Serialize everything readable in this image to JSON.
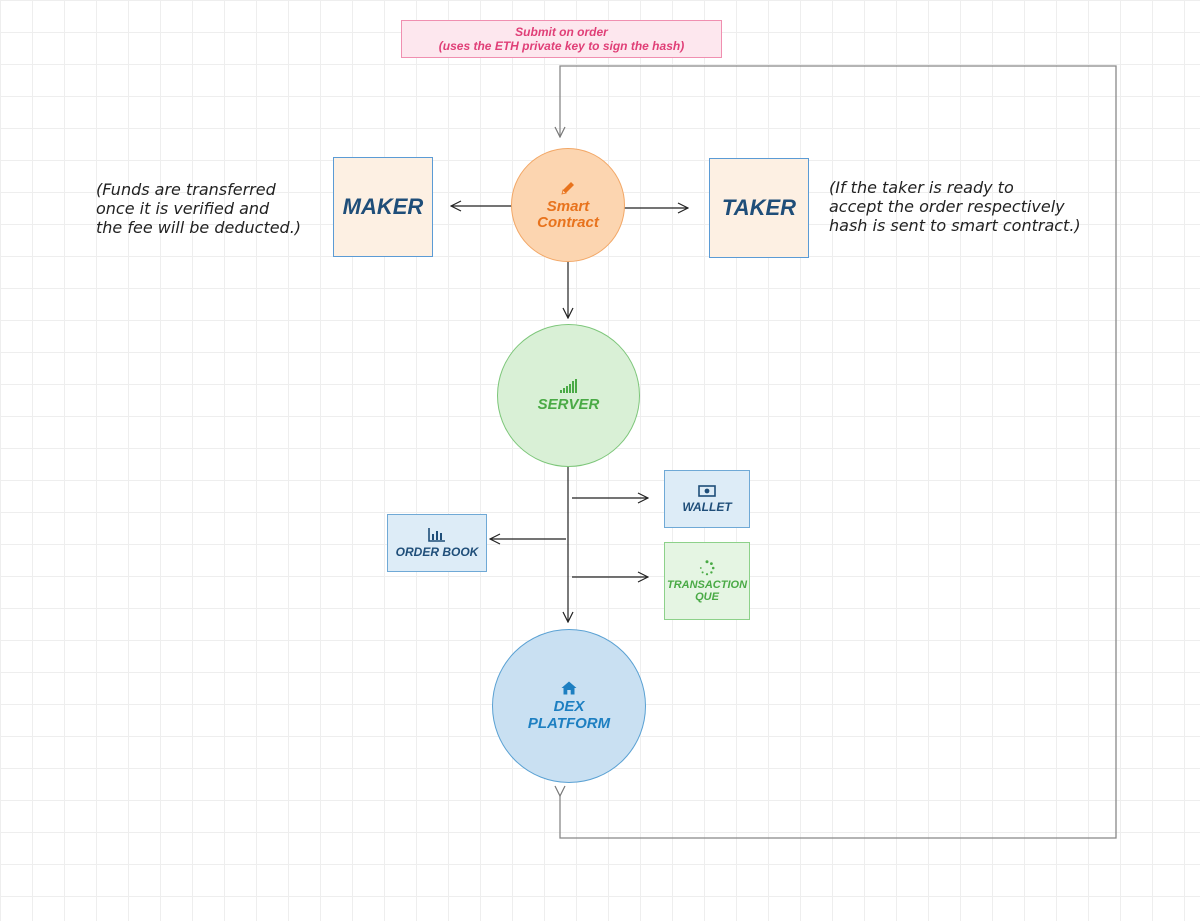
{
  "diagram": {
    "top_note": {
      "line1": "Submit on order",
      "line2": "(uses the ETH private key to sign the hash)"
    },
    "maker": {
      "label": "MAKER"
    },
    "taker": {
      "label": "TAKER"
    },
    "smart_contract": {
      "line1": "Smart",
      "line2": "Contract",
      "icon": "pencil-icon"
    },
    "server": {
      "label": "SERVER",
      "icon": "signal-bars-icon"
    },
    "wallet": {
      "label": "WALLET",
      "icon": "money-icon"
    },
    "order_book": {
      "label": "ORDER BOOK",
      "icon": "bar-chart-icon"
    },
    "transaction_queue": {
      "line1": "TRANSACTION",
      "line2": "QUE",
      "icon": "spinner-icon"
    },
    "dex_platform": {
      "line1": "DEX",
      "line2": "PLATFORM",
      "icon": "home-icon"
    },
    "maker_note": {
      "line1": "(Funds are transferred",
      "line2": "once it is verified and",
      "line3": "the fee will be deducted.)"
    },
    "taker_note": {
      "line1": "(If the taker is ready to",
      "line2": "accept the order respectively",
      "line3": "hash is sent to smart contract.)"
    },
    "colors": {
      "orange": "#e8731d",
      "green": "#4aaa46",
      "blue": "#1d7fc1",
      "navy": "#1f4e79",
      "pink": "#e03f77",
      "connector": "#777777"
    }
  }
}
